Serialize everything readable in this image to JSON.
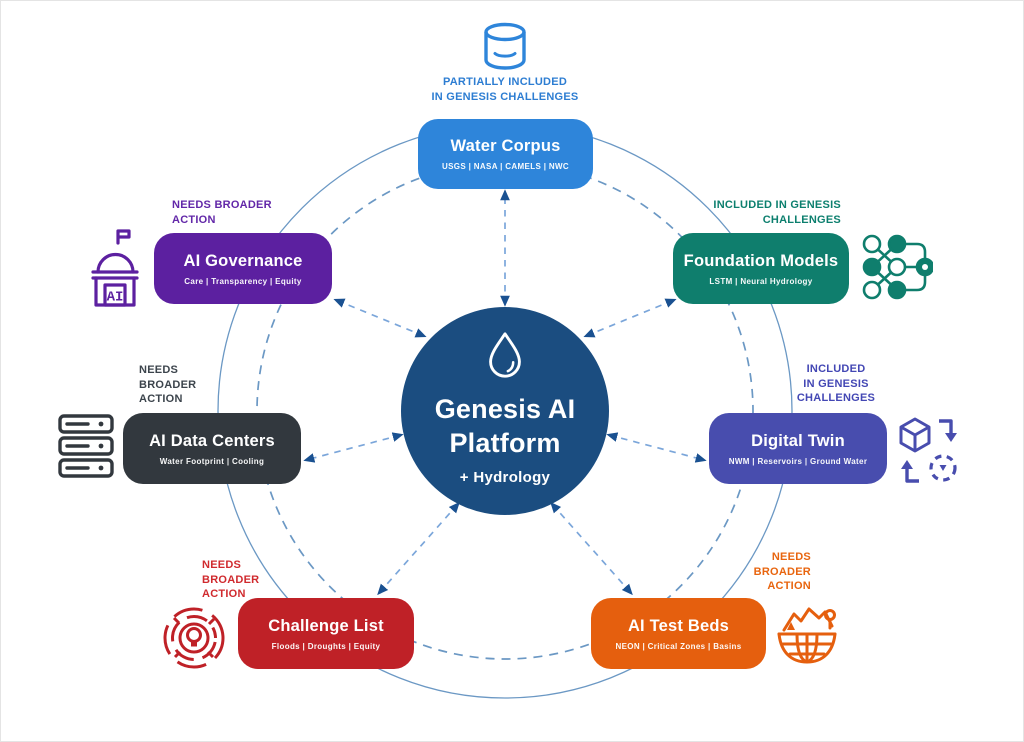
{
  "diagram": {
    "center": {
      "title_line1": "Genesis AI",
      "title_line2": "Platform",
      "subtitle": "+ Hydrology",
      "color": "#1b4d80",
      "icon": "water-drop-icon"
    },
    "orbit": {
      "solid_circle_color": "#6b98c4",
      "dashed_circle_color": "#6b98c4",
      "spoke_color": "#7ba6da",
      "arrowhead_color": "#1a5191"
    },
    "nodes": [
      {
        "id": "water-corpus",
        "title": "Water Corpus",
        "subtitle": "USGS | NASA | CAMELS | NWC",
        "color": "#2e85da",
        "label_color": "#2d7dd2",
        "annotation_lines": [
          "PARTIALLY INCLUDED",
          "IN GENESIS CHALLENGES",
          ""
        ],
        "icon": "database-icon"
      },
      {
        "id": "ai-governance",
        "title": "AI Governance",
        "subtitle": "Care | Transparency | Equity",
        "color": "#5c20a0",
        "label_color": "#6227a8",
        "annotation_lines": [
          "NEEDS BROADER",
          "ACTION",
          ""
        ],
        "icon": "capitol-ai-icon"
      },
      {
        "id": "foundation-models",
        "title": "Foundation Models",
        "subtitle": "LSTM | Neural Hydrology",
        "color": "#0f7e6d",
        "label_color": "#0c7f6e",
        "annotation_lines": [
          "INCLUDED IN GENESIS",
          "CHALLENGES",
          ""
        ],
        "icon": "neural-network-icon"
      },
      {
        "id": "ai-data-centers",
        "title": "AI Data Centers",
        "subtitle": "Water Footprint | Cooling",
        "color": "#32383e",
        "label_color": "#3c444c",
        "annotation_lines": [
          "NEEDS",
          "BROADER",
          "ACTION"
        ],
        "icon": "server-rack-icon"
      },
      {
        "id": "digital-twin",
        "title": "Digital Twin",
        "subtitle": "NWM | Reservoirs | Ground Water",
        "color": "#484dae",
        "label_color": "#4347b4",
        "annotation_lines": [
          "INCLUDED",
          "IN GENESIS",
          "CHALLENGES"
        ],
        "icon": "cube-sync-icon"
      },
      {
        "id": "challenge-list",
        "title": "Challenge List",
        "subtitle": "Floods | Droughts | Equity",
        "color": "#bf2127",
        "label_color": "#d02a2e",
        "annotation_lines": [
          "NEEDS",
          "BROADER",
          "ACTION"
        ],
        "icon": "maze-lightbulb-icon"
      },
      {
        "id": "ai-test-beds",
        "title": "AI Test Beds",
        "subtitle": "NEON | Critical Zones | Basins",
        "color": "#e55f0e",
        "label_color": "#e8650f",
        "annotation_lines": [
          "NEEDS",
          "BROADER",
          "ACTION"
        ],
        "icon": "eco-globe-icon"
      }
    ]
  }
}
